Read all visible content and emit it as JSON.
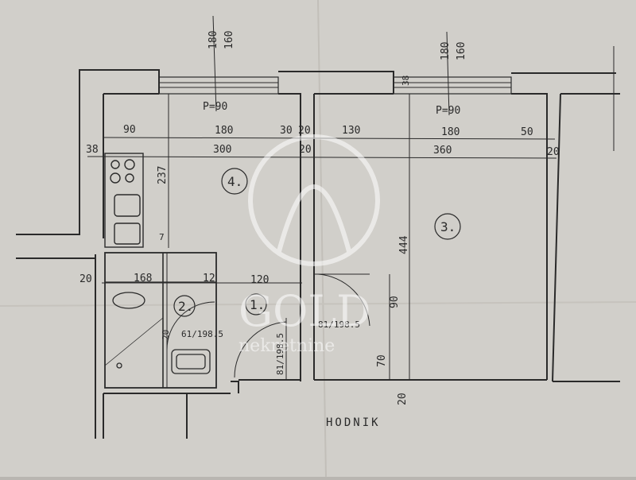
{
  "plan": {
    "corridor_label": "HODNIK",
    "rooms": [
      "4.",
      "3.",
      "2.",
      "1."
    ],
    "window_labels": {
      "left_top": "180",
      "left_bottom": "160",
      "right_top": "180",
      "right_bottom": "160",
      "sill": "38"
    },
    "parapet_left": "P=90",
    "parapet_right": "P=90",
    "dims_row1": [
      "90",
      "180",
      "30",
      "20",
      "130",
      "180",
      "50"
    ],
    "dims_row2": [
      "38",
      "300",
      "20",
      "360",
      "20"
    ],
    "vertical_dims": {
      "kitchen_depth": "237",
      "room3_depth": "444",
      "door_h": "90",
      "wall_70": "70",
      "wall_20": "20"
    },
    "lower_dims": {
      "left_20": "20",
      "bath_168": "168",
      "wall_12": "12",
      "hall_120": "120",
      "mark_7": "7"
    },
    "doors": {
      "bath": "61/198.5",
      "entry": "81/198.5",
      "room": "81/198.5",
      "bath_sill": "20"
    }
  },
  "watermark": {
    "brand": "GOLD",
    "subtitle": "nekretnine"
  },
  "colors": {
    "paper": "#d8d6d1",
    "ink": "#2a2a2a",
    "watermark": "#ffffff"
  }
}
